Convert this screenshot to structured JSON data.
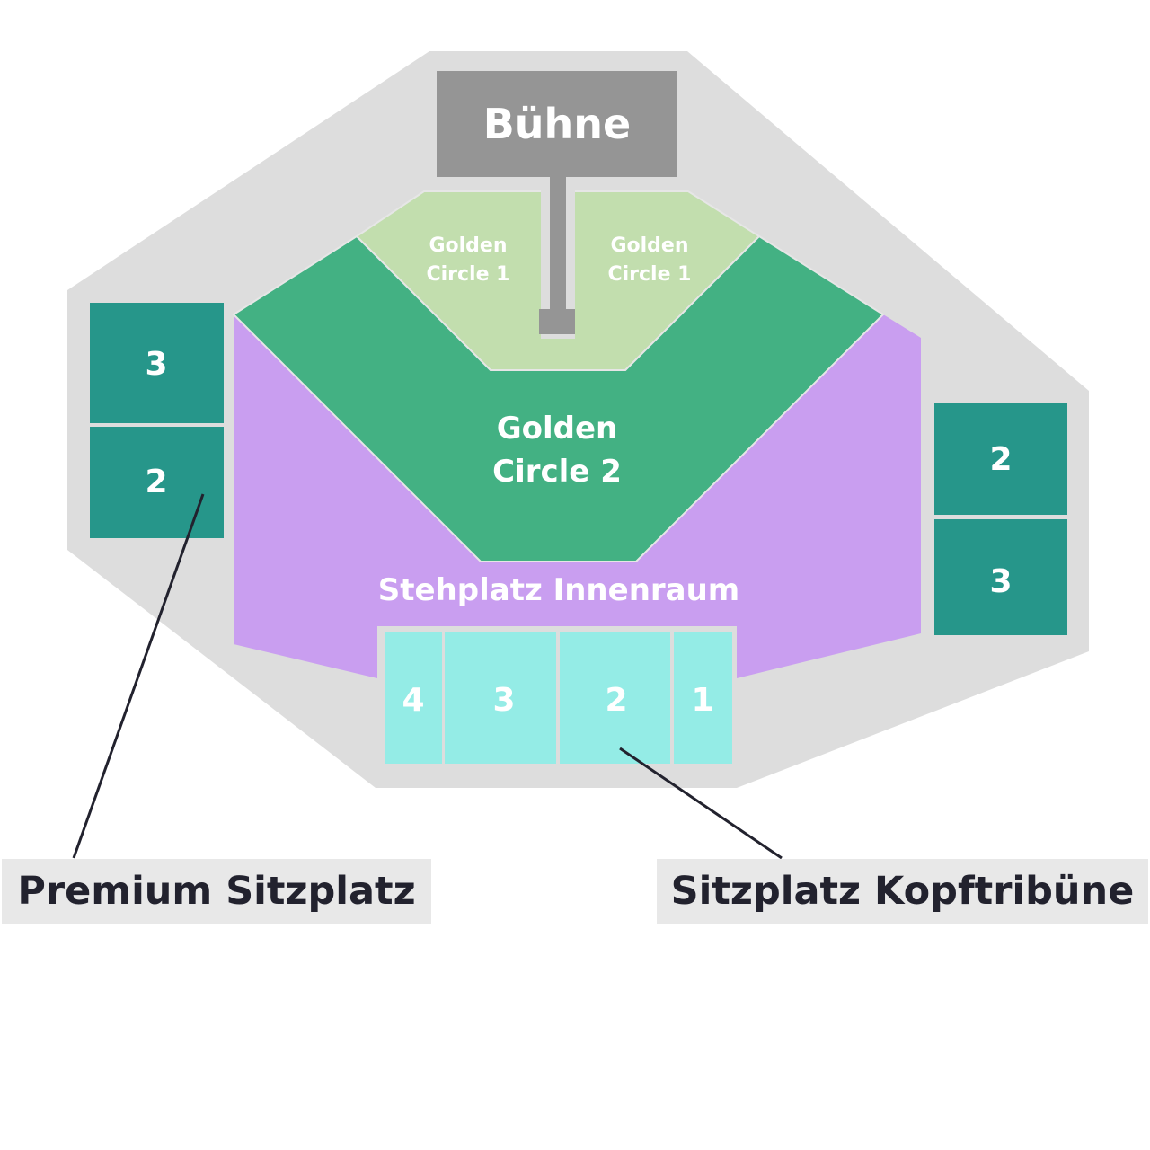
{
  "stage": {
    "label": "Bühne"
  },
  "sections": {
    "golden_circle_1_left": "Golden Circle 1",
    "golden_circle_1_right": "Golden Circle 1",
    "golden_circle_2": "Golden Circle 2",
    "standing": "Stehplatz Innenraum",
    "left_blocks": [
      "3",
      "2"
    ],
    "right_blocks": [
      "2",
      "3"
    ],
    "end_stand_blocks": [
      "4",
      "3",
      "2",
      "1"
    ]
  },
  "callouts": {
    "premium": "Premium Sitzplatz",
    "end_stand": "Sitzplatz Kopftribüne"
  },
  "colors": {
    "venue": "#dddddd",
    "stage": "#959595",
    "golden_circle_1": "#c2deae",
    "golden_circle_2": "#43b183",
    "standing": "#c99ef0",
    "premium": "#26968a",
    "end_stand": "#94ece6",
    "text_dark": "#22222e"
  }
}
